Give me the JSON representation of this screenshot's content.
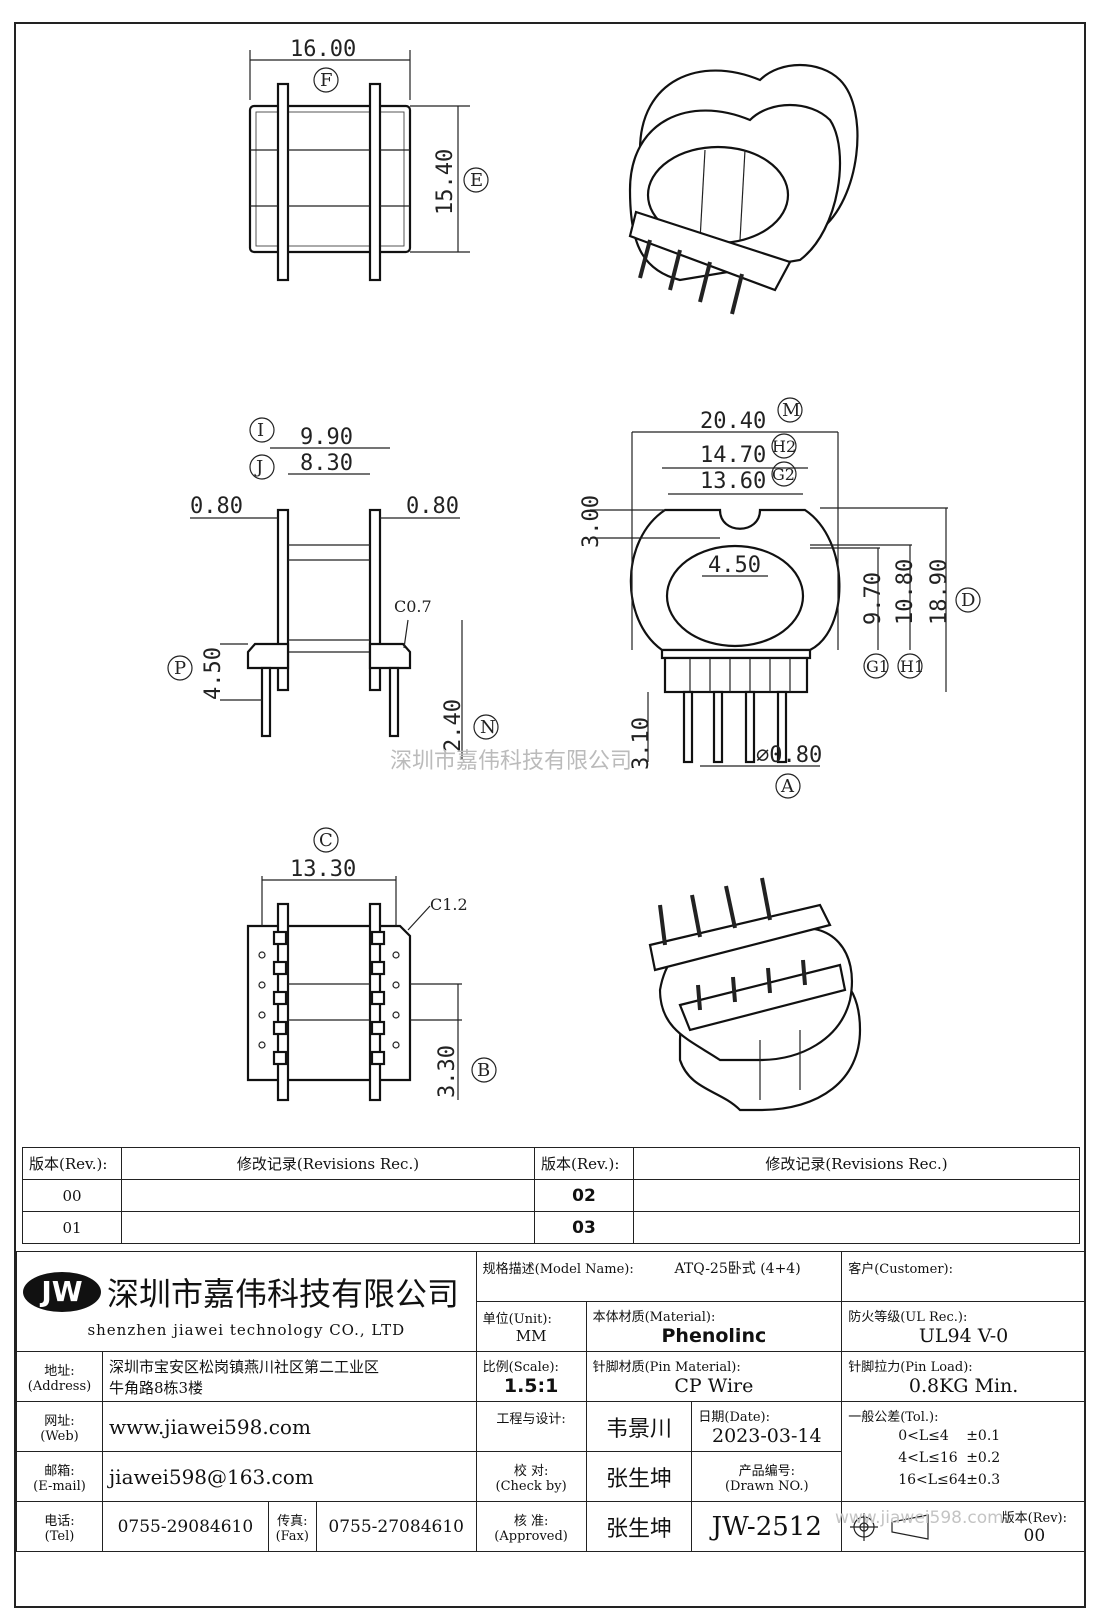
{
  "drawing": {
    "top_left": {
      "width": "16.00",
      "height": "15.40",
      "tag_width": "F",
      "tag_height": "E"
    },
    "side": {
      "i_label": "I",
      "i_value": "9.90",
      "j_label": "J",
      "j_value": "8.30",
      "left_thk": "0.80",
      "right_thk": "0.80",
      "chamfer": "C0.7",
      "p_label": "P",
      "p_value": "4.50",
      "n_label": "N",
      "n_value": "2.40"
    },
    "front": {
      "m_value": "20.40",
      "m_label": "M",
      "h2_value": "14.70",
      "h2_label": "H2",
      "g2_value": "13.60",
      "g2_label": "G2",
      "slot": "3.00",
      "inner": "4.50",
      "g1_value": "9.70",
      "h1_value": "10.80",
      "d_value": "18.90",
      "d_label": "D",
      "g1_label": "G1",
      "h1_label": "H1",
      "pin_len": "3.10",
      "pin_dia": "⌀0.80",
      "a_label": "A"
    },
    "bottom": {
      "c_label": "C",
      "c_value": "13.30",
      "chamfer": "C1.2",
      "b_value": "3.30",
      "b_label": "B"
    },
    "watermark": "深圳市嘉伟科技有限公司"
  },
  "revisions": {
    "header_rev": "版本(Rev.):",
    "header_rec": "修改记录(Revisions Rec.)",
    "rows_left": [
      "00",
      "01"
    ],
    "rows_right": [
      "02",
      "03"
    ]
  },
  "title_block": {
    "logo": "JW",
    "company_cn": "深圳市嘉伟科技有限公司",
    "company_en": "shenzhen  jiawei  technology  CO., LTD",
    "model_label": "规格描述(Model Name):",
    "model_value": "ATQ-25卧式 (4+4)",
    "customer_label": "客户(Customer):",
    "unit_label": "单位(Unit):",
    "unit_value": "MM",
    "material_label": "本体材质(Material):",
    "material_value": "Phenolinc",
    "ul_label": "防火等级(UL Rec.):",
    "ul_value": "UL94 V-0",
    "address_label": "地址:",
    "address_label_en": "(Address)",
    "address_line1": "深圳市宝安区松岗镇燕川社区第二工业区",
    "address_line2": "牛角路8栋3楼",
    "scale_label": "比例(Scale):",
    "scale_value": "1.5:1",
    "pin_material_label": "针脚材质(Pin Material):",
    "pin_material_value": "CP Wire",
    "pin_load_label": "针脚拉力(Pin Load):",
    "pin_load_value": "0.8KG Min.",
    "web_label": "网址:",
    "web_label_en": "(Web)",
    "web_value": "www.jiawei598.com",
    "design_label": "工程与设计:",
    "designer": "韦景川",
    "date_label": "日期(Date):",
    "date_value": "2023-03-14",
    "tol_label": "一般公差(Tol.):",
    "tol_rows": [
      [
        "0<L≤4",
        "±0.1"
      ],
      [
        "4<L≤16",
        "±0.2"
      ],
      [
        "16<L≤64",
        "±0.3"
      ]
    ],
    "email_label": "邮箱:",
    "email_label_en": "(E-mail)",
    "email_value": "jiawei598@163.com",
    "check_label": "校  对:",
    "check_label_en": "(Check by)",
    "checker": "张生坤",
    "drawn_label": "产品编号:",
    "drawn_label_en": "(Drawn NO.)",
    "tel_label": "电话:",
    "tel_label_en": "(Tel)",
    "tel_value": "0755-29084610",
    "fax_label": "传真:",
    "fax_label_en": "(Fax)",
    "fax_value": "0755-27084610",
    "approve_label": "核  准:",
    "approve_label_en": "(Approved)",
    "approver": "张生坤",
    "drawing_no": "JW-2512",
    "rev_label": "版本(Rev):",
    "rev_value": "00",
    "watermark_url": "www.jiawei598.com"
  }
}
